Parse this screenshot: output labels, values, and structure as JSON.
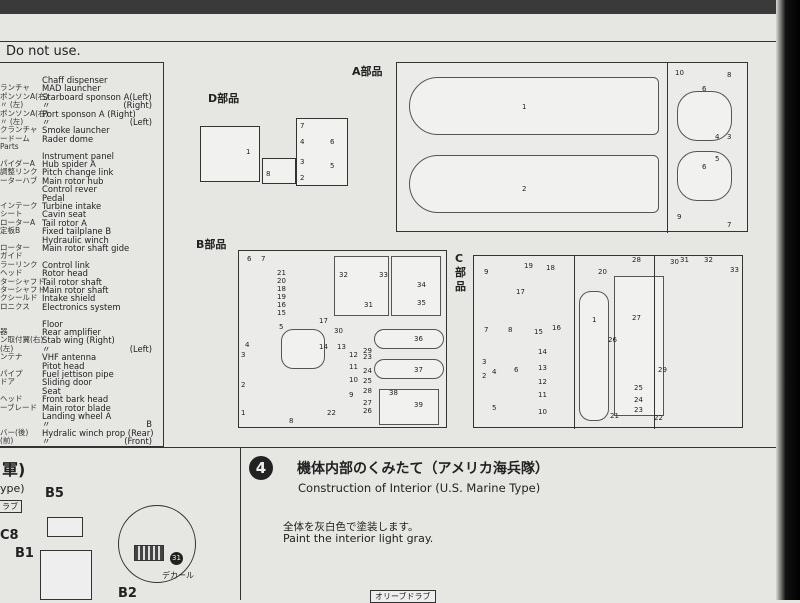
{
  "header": {
    "note": "Do not use."
  },
  "parts_list": {
    "rows": [
      {
        "jp": "",
        "en": "Chaff  dispenser"
      },
      {
        "jp": "ランチャ",
        "en": "MAD  launcher"
      },
      {
        "jp": "ポンソンA(右)",
        "en": "Starboard  sponson  A(Left)"
      },
      {
        "jp": "〃  (左)",
        "en": "〃",
        "en_right": "(Right)"
      },
      {
        "jp": "ポンソンA(右)",
        "en": "Port  sponson  A  (Right)"
      },
      {
        "jp": "〃  (左)",
        "en": "〃",
        "en_right": "(Left)"
      },
      {
        "jp": "クランチャ",
        "en": "Smoke  launcher"
      },
      {
        "jp": "ードーム",
        "en": "Rader  dome"
      },
      {
        "jp": "Parts",
        "en": ""
      },
      {
        "jp": "",
        "en": "Instrument  panel"
      },
      {
        "jp": "パイダーA",
        "en": "Hub  spider  A"
      },
      {
        "jp": "調整リンク",
        "en": "Pitch  change  link"
      },
      {
        "jp": "ーターハブ",
        "en": "Main  rotor  hub"
      },
      {
        "jp": "",
        "en": "Control  rever"
      },
      {
        "jp": "",
        "en": "Pedal"
      },
      {
        "jp": "インテーク",
        "en": "Turbine  intake"
      },
      {
        "jp": "シート",
        "en": "Cavin  seat"
      },
      {
        "jp": "ローターA",
        "en": "Tail  rotor  A"
      },
      {
        "jp": "定板B",
        "en": "Fixed  tailplane  B"
      },
      {
        "jp": "",
        "en": "Hydraulic  winch"
      },
      {
        "jp": "ローター",
        "en": "Main  rotor  shaft  gide"
      },
      {
        "jp": "ガイド",
        "en": ""
      },
      {
        "jp": "ラーリンク",
        "en": "Control  link"
      },
      {
        "jp": "ヘッド",
        "en": "Rotor  head"
      },
      {
        "jp": "ターシャフト",
        "en": "Tail  rotor  shaft"
      },
      {
        "jp": "ターシャフト",
        "en": "Main  rotor  shaft"
      },
      {
        "jp": "クシールド",
        "en": "Intake  shield"
      },
      {
        "jp": "ロニクス",
        "en": "Electronics  system"
      },
      {
        "jp": "",
        "en": ""
      },
      {
        "jp": "",
        "en": "Floor"
      },
      {
        "jp": "器",
        "en": "Rear  amplifier"
      },
      {
        "jp": "ン取付翼(右)",
        "en": "Stab  wing  (Right)"
      },
      {
        "jp": "(左)",
        "en": "〃",
        "en_right": "(Left)"
      },
      {
        "jp": "ンテナ",
        "en": "VHF  antenna"
      },
      {
        "jp": "",
        "en": "Pitot  head"
      },
      {
        "jp": "パイプ",
        "en": "Fuel  jettison  pipe"
      },
      {
        "jp": "ドア",
        "en": "Sliding  door"
      },
      {
        "jp": "",
        "en": "Seat"
      },
      {
        "jp": "ヘッド",
        "en": "Front  bark  head"
      },
      {
        "jp": "ーブレード",
        "en": "Main  rotor  blade"
      },
      {
        "jp": "",
        "en": "Landing  wheel  A"
      },
      {
        "jp": "",
        "en": "〃",
        "en_right": "B"
      },
      {
        "jp": "バー(後)",
        "en": "Hydralic  winch  prop  (Rear)"
      },
      {
        "jp": "(前)",
        "en": "〃",
        "en_right": "(Front)"
      }
    ]
  },
  "sprues": {
    "a": {
      "label": "A部品",
      "parts": [
        "10",
        "8",
        "1",
        "6",
        "4",
        "3",
        "5",
        "6",
        "2",
        "9",
        "7"
      ]
    },
    "d": {
      "label": "D部品",
      "parts": [
        "1",
        "8",
        "7",
        "4",
        "6",
        "3",
        "5",
        "2"
      ]
    },
    "b": {
      "label": "B部品",
      "parts": [
        "6",
        "7",
        "21",
        "20",
        "18",
        "19",
        "16",
        "15",
        "5",
        "4",
        "3",
        "2",
        "1",
        "8",
        "17",
        "14",
        "32",
        "33",
        "31",
        "34",
        "35",
        "36",
        "37",
        "38",
        "39",
        "30",
        "13",
        "12",
        "11",
        "10",
        "9",
        "22",
        "23",
        "24",
        "25",
        "26",
        "27",
        "28",
        "29"
      ]
    },
    "c": {
      "label": "C部品",
      "parts": [
        "9",
        "18",
        "17",
        "20",
        "28",
        "27",
        "15",
        "16",
        "14",
        "13",
        "12",
        "11",
        "10",
        "19",
        "26",
        "25",
        "24",
        "23",
        "22",
        "21",
        "1",
        "2",
        "3",
        "4",
        "5",
        "6",
        "7",
        "8",
        "29",
        "30",
        "31",
        "32",
        "33"
      ]
    }
  },
  "left_step": {
    "title_fragment": "軍)",
    "subtitle_fragment": "ype)",
    "paint_fragment": "ラブ",
    "callouts": [
      "B5",
      "C8",
      "B1",
      "B2"
    ],
    "decal_label": "デカール",
    "decal_number": "31"
  },
  "step4": {
    "number": "4",
    "title_jp": "機体内部のくみたて（アメリカ海兵隊）",
    "title_en": "Construction of Interior (U.S. Marine Type)",
    "instruction_jp": "全体を灰白色で塗装します。",
    "instruction_en": "Paint the interior light gray.",
    "paint_tag": "オリーブドラブ"
  }
}
